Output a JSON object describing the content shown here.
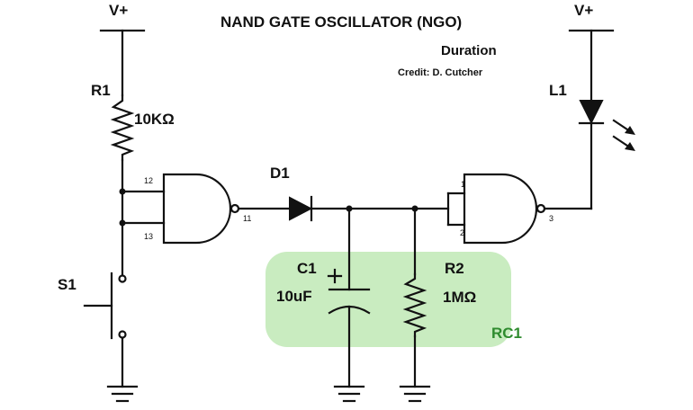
{
  "title": "NAND GATE OSCILLATOR (NGO)",
  "subtitle": "Duration",
  "credit": "Credit: D. Cutcher",
  "supply_left": "V+",
  "supply_right": "V+",
  "components": {
    "r1": {
      "ref": "R1",
      "value": "10KΩ"
    },
    "d1": {
      "ref": "D1"
    },
    "c1": {
      "ref": "C1",
      "value": "10uF"
    },
    "r2": {
      "ref": "R2",
      "value": "1MΩ"
    },
    "s1": {
      "ref": "S1"
    },
    "l1": {
      "ref": "L1"
    },
    "rc_group": "RC1"
  },
  "pins": {
    "g1_in_a": "12",
    "g1_in_b": "13",
    "g1_out": "11",
    "g2_in_a": "1",
    "g2_in_b": "2",
    "g2_out": "3"
  },
  "colors": {
    "wire": "#111111",
    "rc_highlight": "#c9ecc0",
    "rc_label": "#2e8b2e"
  }
}
